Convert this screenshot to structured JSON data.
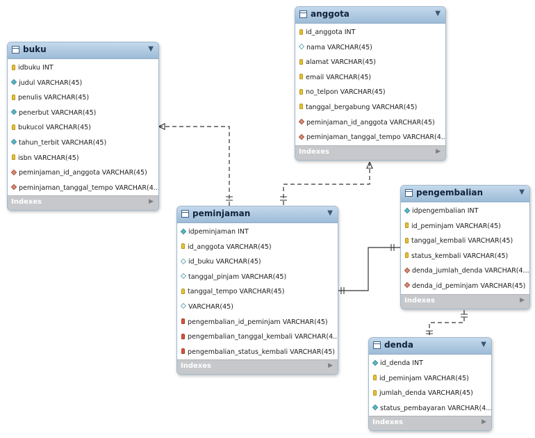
{
  "tables": [
    {
      "name": "buku",
      "columns": [
        {
          "text": "idbuku INT",
          "icon": "key-icon"
        },
        {
          "text": "judul VARCHAR(45)",
          "icon": "attribute-icon"
        },
        {
          "text": "penulis VARCHAR(45)",
          "icon": "key-icon"
        },
        {
          "text": "penerbut VARCHAR(45)",
          "icon": "attribute-icon"
        },
        {
          "text": "bukucol VARCHAR(45)",
          "icon": "key-icon"
        },
        {
          "text": "tahun_terbit VARCHAR(45)",
          "icon": "attribute-icon"
        },
        {
          "text": "isbn VARCHAR(45)",
          "icon": "key-icon"
        },
        {
          "text": "peminjaman_id_anggota VARCHAR(45)",
          "icon": "foreign-attribute-icon"
        },
        {
          "text": "peminjaman_tanggal_tempo VARCHAR(4...",
          "icon": "foreign-attribute-icon"
        }
      ],
      "indexes_label": "Indexes"
    },
    {
      "name": "anggota",
      "columns": [
        {
          "text": "id_anggota INT",
          "icon": "key-icon"
        },
        {
          "text": "nama VARCHAR(45)",
          "icon": "nullable-attribute-icon"
        },
        {
          "text": "alamat VARCHAR(45)",
          "icon": "key-icon"
        },
        {
          "text": "email VARCHAR(45)",
          "icon": "key-icon"
        },
        {
          "text": "no_telpon VARCHAR(45)",
          "icon": "key-icon"
        },
        {
          "text": "tanggal_bergabung VARCHAR(45)",
          "icon": "key-icon"
        },
        {
          "text": "peminjaman_id_anggota VARCHAR(45)",
          "icon": "foreign-attribute-icon"
        },
        {
          "text": "peminjaman_tanggal_tempo VARCHAR(4...",
          "icon": "foreign-attribute-icon"
        }
      ],
      "indexes_label": "Indexes"
    },
    {
      "name": "peminjaman",
      "columns": [
        {
          "text": "idpeminjaman INT",
          "icon": "attribute-icon"
        },
        {
          "text": "id_anggota VARCHAR(45)",
          "icon": "key-icon"
        },
        {
          "text": "id_buku VARCHAR(45)",
          "icon": "nullable-attribute-icon"
        },
        {
          "text": "tanggal_pinjam VARCHAR(45)",
          "icon": "nullable-attribute-icon"
        },
        {
          "text": "tanggal_tempo VARCHAR(45)",
          "icon": "key-icon"
        },
        {
          "text": "VARCHAR(45)",
          "icon": "nullable-attribute-icon"
        },
        {
          "text": "pengembalian_id_peminjam VARCHAR(45)",
          "icon": "foreign-key-icon"
        },
        {
          "text": "pengembalian_tanggal_kembali VARCHAR(4...",
          "icon": "foreign-key-icon"
        },
        {
          "text": "pengembalian_status_kembali VARCHAR(45)",
          "icon": "foreign-key-icon"
        }
      ],
      "indexes_label": "Indexes"
    },
    {
      "name": "pengembalian",
      "columns": [
        {
          "text": "idpengembalian INT",
          "icon": "attribute-icon"
        },
        {
          "text": "id_peminjam VARCHAR(45)",
          "icon": "key-icon"
        },
        {
          "text": "tanggal_kembali VARCHAR(45)",
          "icon": "key-icon"
        },
        {
          "text": "status_kembali VARCHAR(45)",
          "icon": "key-icon"
        },
        {
          "text": "denda_jumlah_denda VARCHAR(4...",
          "icon": "foreign-attribute-icon"
        },
        {
          "text": "denda_id_peminjam VARCHAR(45)",
          "icon": "foreign-attribute-icon"
        }
      ],
      "indexes_label": "Indexes"
    },
    {
      "name": "denda",
      "columns": [
        {
          "text": "id_denda INT",
          "icon": "attribute-icon"
        },
        {
          "text": "id_peminjam VARCHAR(45)",
          "icon": "key-icon"
        },
        {
          "text": "jumlah_denda VARCHAR(45)",
          "icon": "key-icon"
        },
        {
          "text": "status_pembayaran VARCHAR(4...",
          "icon": "attribute-icon"
        }
      ],
      "indexes_label": "Indexes"
    }
  ],
  "colors": {
    "header": "#9dbbd7",
    "indexes_bar": "#c6c8cb",
    "key": "#e8c23a",
    "attribute": "#5bb9c9",
    "foreign": "#d9553c",
    "line": "#333333"
  }
}
